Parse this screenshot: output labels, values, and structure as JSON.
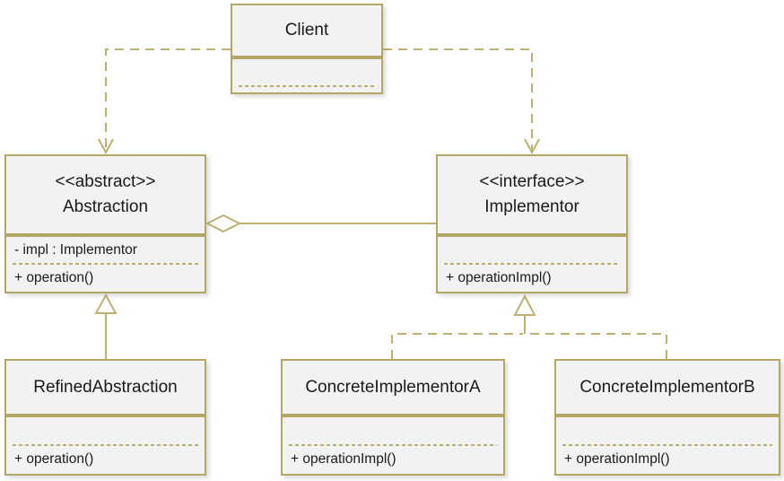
{
  "diagram_type": "uml-class-diagram",
  "colors": {
    "box_border": "#b3a766",
    "connector_line": "#bcb172",
    "box_fill": "#f2f2f2",
    "text": "#1a1a1a"
  },
  "classes": {
    "client": {
      "stereotype": "",
      "name": "Client",
      "attributes": [],
      "methods": []
    },
    "abstraction": {
      "stereotype": "<<abstract>>",
      "name": "Abstraction",
      "attributes": [
        "- impl : Implementor"
      ],
      "methods": [
        "+ operation()"
      ]
    },
    "implementor": {
      "stereotype": "<<interface>>",
      "name": "Implementor",
      "attributes": [],
      "methods": [
        "+ operationImpl()"
      ]
    },
    "refined_abstraction": {
      "stereotype": "",
      "name": "RefinedAbstraction",
      "attributes": [],
      "methods": [
        "+ operation()"
      ]
    },
    "concrete_implementor_a": {
      "stereotype": "",
      "name": "ConcreteImplementorA",
      "attributes": [],
      "methods": [
        "+ operationImpl()"
      ]
    },
    "concrete_implementor_b": {
      "stereotype": "",
      "name": "ConcreteImplementorB",
      "attributes": [],
      "methods": [
        "+ operationImpl()"
      ]
    }
  },
  "relationships": [
    {
      "from": "Client",
      "to": "Abstraction",
      "type": "dependency",
      "line": "dashed",
      "arrow": "open"
    },
    {
      "from": "Client",
      "to": "Implementor",
      "type": "dependency",
      "line": "dashed",
      "arrow": "open"
    },
    {
      "from": "Abstraction",
      "to": "Implementor",
      "type": "aggregation",
      "line": "solid",
      "arrow": "hollow-diamond"
    },
    {
      "from": "RefinedAbstraction",
      "to": "Abstraction",
      "type": "generalization",
      "line": "solid",
      "arrow": "hollow-triangle"
    },
    {
      "from": "ConcreteImplementorA",
      "to": "Implementor",
      "type": "realization",
      "line": "dashed",
      "arrow": "hollow-triangle"
    },
    {
      "from": "ConcreteImplementorB",
      "to": "Implementor",
      "type": "realization",
      "line": "dashed",
      "arrow": "hollow-triangle"
    }
  ]
}
